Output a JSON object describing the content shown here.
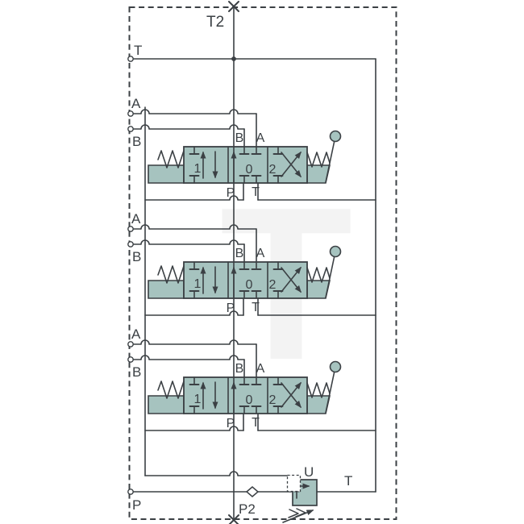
{
  "title": "hydraulic-directional-valve-schematic",
  "colors": {
    "line": "#3b4044",
    "valve_fill": "#a6c3bf",
    "background": "#ffffff",
    "watermark": "#f3f3f3"
  },
  "top": {
    "gallery_top_label": "T2",
    "tank_left_label": "T"
  },
  "sections": [
    {
      "id": "1",
      "coupler_a": "A",
      "coupler_b": "B",
      "port_b": "B",
      "port_a": "A",
      "port_p": "P",
      "port_t": "T",
      "pos_left": "1",
      "pos_center": "0",
      "pos_right": "2"
    },
    {
      "id": "2",
      "coupler_a": "A",
      "coupler_b": "B",
      "port_b": "B",
      "port_a": "A",
      "port_p": "P",
      "port_t": "T",
      "pos_left": "1",
      "pos_center": "0",
      "pos_right": "2"
    },
    {
      "id": "3",
      "coupler_a": "A",
      "coupler_b": "B",
      "port_b": "B",
      "port_a": "A",
      "port_p": "P",
      "port_t": "T",
      "pos_left": "1",
      "pos_center": "0",
      "pos_right": "2"
    }
  ],
  "bottom": {
    "pump_label": "P",
    "gallery_bottom_label": "P2",
    "relief_label": "U",
    "relief_outlet_label": "T"
  },
  "watermark_text": "T"
}
